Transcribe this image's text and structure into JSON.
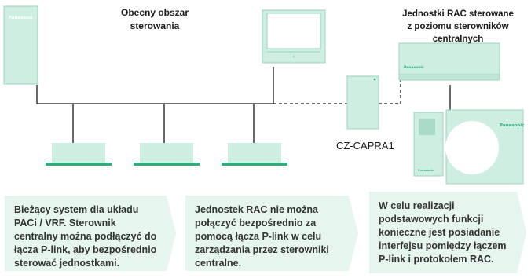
{
  "brand": "Panasonic",
  "labels": {
    "control_area_line1": "Obecny obszar",
    "control_area_line2": "sterowania",
    "rac_line1": "Jednostki RAC sterowane",
    "rac_line2": "z poziomu sterowników",
    "rac_line3": "centralnych",
    "adapter": "CZ-CAPRA1"
  },
  "callouts": [
    {
      "lines": [
        "Bieżący system dla układu",
        "PACi / VRF. Sterownik",
        "centralny można podłączyć do",
        "łącza P-link, aby bezpośrednio",
        "sterować jednostkami."
      ]
    },
    {
      "lines": [
        "Jednostek RAC nie można",
        "połączyć bezpośrednio za",
        "pomocą łącza P-link w celu",
        "zarządzania przez sterowniki",
        "centralne."
      ]
    },
    {
      "lines": [
        "W celu realizacji",
        "podstawowych funkcji",
        "konieczne jest posiadanie",
        "interfejsu pomiędzy łączem",
        "P-link i protokołem RAC."
      ]
    }
  ],
  "colors": {
    "unit_fill": "#cdeee0",
    "unit_stroke": "#9fd3bd",
    "accent": "#2fae7b",
    "callout_bg": "#e6f5ee",
    "line": "#1a1a1a"
  }
}
